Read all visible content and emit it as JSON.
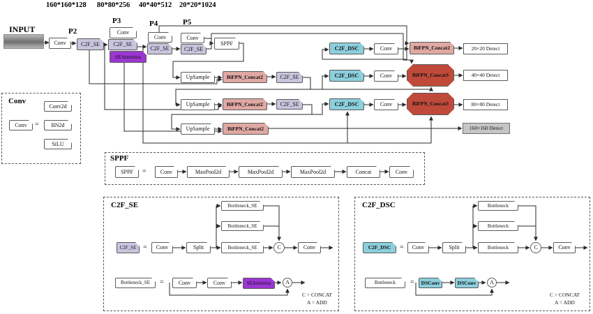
{
  "header": {
    "dims": [
      "160*160*128",
      "80*80*256",
      "40*40*512",
      "20*20*1024"
    ],
    "input": "INPUT",
    "p2": "P2",
    "p3": "P3",
    "p4": "P4",
    "p5": "P5"
  },
  "labels": {
    "conv": "Conv",
    "c2f_se": "C2F_SE",
    "se_attention": "SEAttention",
    "sppf": "SPPF",
    "upsample": "UpSample",
    "bifpn_concat2": "BiFPN_Concat2",
    "bifpn_concat3": "BiFPN_Concat3",
    "c2f_dsc": "C2F_DSC",
    "det20": "20×20 Detect",
    "det40": "40×40 Detect",
    "det80": "80×80 Detect",
    "det160": "160×160 Detect",
    "conv2d": "Conv2d",
    "bn2d": "BN2d",
    "silu": "SiLU",
    "maxpool2d": "MaxPool2d",
    "concat": "Concat",
    "split": "Split",
    "bottleneck_se": "Bottleneck_SE",
    "bottleneck": "Bottleneck",
    "dsconv": "DSConv",
    "c": "C",
    "a": "A",
    "eq": "=",
    "c_concat": "C = CONCAT",
    "a_add": "A = ADD"
  },
  "legend_titles": {
    "conv": "Conv",
    "sppf": "SPPF",
    "c2f_se": "C2F_SE",
    "c2f_dsc": "C2F_DSC"
  },
  "colors": {
    "lavender": "#c9c5de",
    "purple": "#9b36d2",
    "salmon": "#e0a8a3",
    "dark_red": "#bf4a3a",
    "cyan": "#8ccfdd",
    "detect_gray": "#c6c6c6"
  }
}
